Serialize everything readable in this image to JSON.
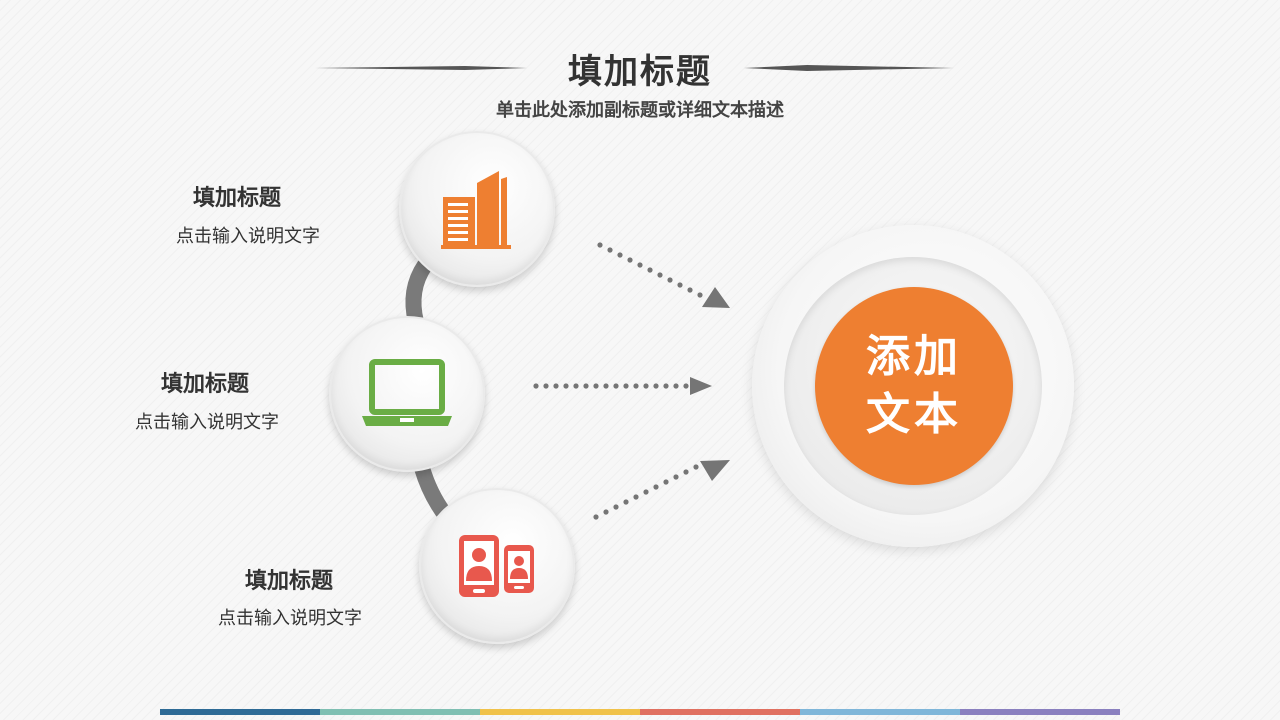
{
  "header": {
    "title": "填加标题",
    "subtitle": "单击此处添加副标题或详细文本描述"
  },
  "items": [
    {
      "title": "填加标题",
      "desc": "点击输入说明文字",
      "icon": "building-icon",
      "color": "#ee7f31"
    },
    {
      "title": "填加标题",
      "desc": "点击输入说明文字",
      "icon": "laptop-icon",
      "color": "#6aad45"
    },
    {
      "title": "填加标题",
      "desc": "点击输入说明文字",
      "icon": "mobile-users-icon",
      "color": "#e8584d"
    }
  ],
  "center": {
    "line1": "添加",
    "line2": "文本",
    "color": "#ee7f31"
  },
  "colors": {
    "arc": "#7a7a7a",
    "dots": "#757575",
    "bottom_bar": [
      "#2e6b96",
      "#7fbfb2",
      "#f0c24a",
      "#e07060",
      "#7fb6d9",
      "#8a80bf"
    ]
  }
}
